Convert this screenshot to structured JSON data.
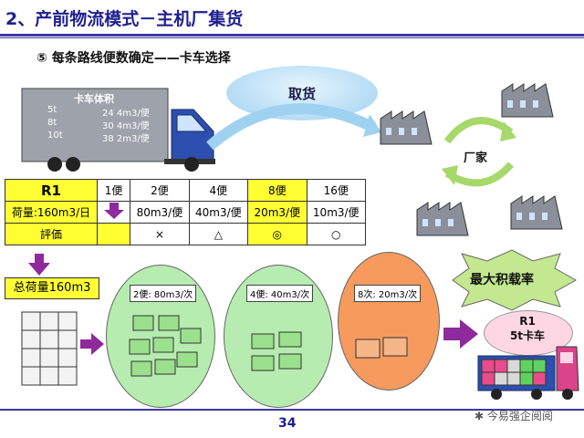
{
  "header": {
    "title": "2、产前物流模式－主机厂集货"
  },
  "subtitle": "⑤  每条路线便数确定——卡车选择",
  "truck": {
    "title": "卡车体积",
    "capacities": [
      {
        "tonnage": "5t",
        "volume": "24  4m3/便"
      },
      {
        "tonnage": "8t",
        "volume": "30  4m3/便"
      },
      {
        "tonnage": "10t",
        "volume": "38  2m3/便"
      }
    ]
  },
  "pickup_label": "取货",
  "factory_label": "厂家",
  "table": {
    "route": "R1",
    "trips": [
      "1便",
      "2便",
      "4便",
      "8便",
      "16便"
    ],
    "load_label": "荷量:160m3/日",
    "loads": [
      "",
      "80m3/便",
      "40m3/便",
      "20m3/便",
      "10m3/便"
    ],
    "eval_label": "評価",
    "evals": [
      "",
      "×",
      "△",
      "◎",
      "○"
    ]
  },
  "total_load": "总荷量160m3",
  "groups": [
    {
      "label": "2便: 80m3/次"
    },
    {
      "label": "4便: 40m3/次"
    },
    {
      "label": "8次: 20m3/次"
    }
  ],
  "max_load_text": "最大积载率",
  "result": {
    "line1": "R1",
    "line2": "5t卡车"
  },
  "page_number": "34",
  "watermark": "今易强企阅阅",
  "colors": {
    "yellow": "#ffff33",
    "green": "#b6ecb0",
    "orange": "#f79a5e",
    "title": "#1f1f8f"
  }
}
